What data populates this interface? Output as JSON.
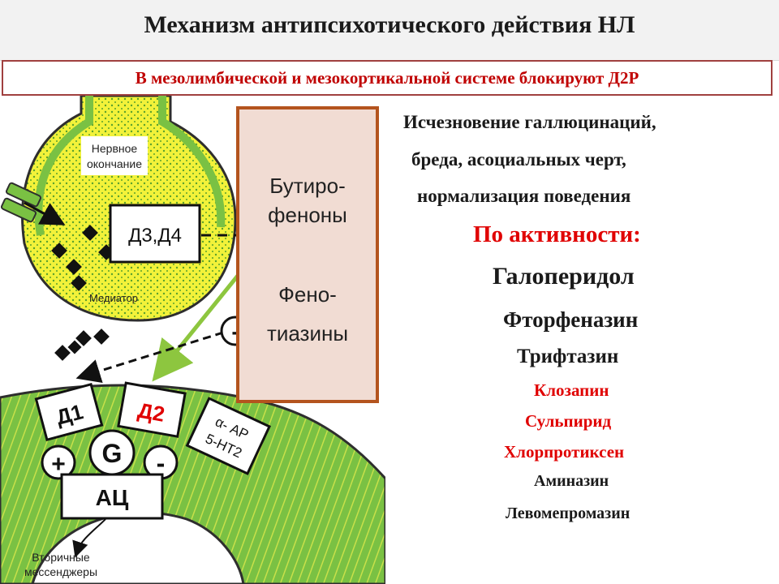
{
  "header": {
    "title": "Механизм антипсихотического действия НЛ",
    "subtitle": "В мезолимбической и мезокортикальной системе блокируют Д2Р"
  },
  "diagram": {
    "nerve_ending_label_1": "Нервное",
    "nerve_ending_label_2": "окончание",
    "mediator_label": "Медиатор",
    "d34_label": "Д3,Д4",
    "d1_label": "Д1",
    "d2_label": "Д2",
    "alpha_label_1": "α- АР",
    "alpha_label_2": "5-НТ2",
    "g_label": "G",
    "plus_label": "+",
    "minus_label": "-",
    "ac_label": "АЦ",
    "minus_marker": "-",
    "secondary_1": "Вторичные",
    "secondary_2": "мессенджеры",
    "colors": {
      "green_fill": "#7ac143",
      "yellow_fill": "#f2f23a",
      "drug_border": "#b4541e",
      "drug_fill": "#f1dcd3",
      "arrow_green": "#8dc63f"
    }
  },
  "drugs": {
    "butyro_1": "Бутиро-",
    "butyro_2": "феноны",
    "pheno_1": "Фено-",
    "pheno_2": "тиазины"
  },
  "effects": {
    "line1": "Исчезновение галлюцинаций,",
    "line2": "бреда, асоциальных черт,",
    "line3": "нормализация поведения"
  },
  "activity": {
    "heading": "По активности:",
    "items": [
      {
        "name": "Галоперидол",
        "color": "#1a1a1a"
      },
      {
        "name": "Фторфеназин",
        "color": "#1a1a1a"
      },
      {
        "name": "Трифтазин",
        "color": "#1a1a1a"
      },
      {
        "name": "Клозапин",
        "color": "#e00000"
      },
      {
        "name": "Сульпирид",
        "color": "#e00000"
      },
      {
        "name": "Хлорпротиксен",
        "color": "#e00000"
      },
      {
        "name": "Аминазин",
        "color": "#1a1a1a"
      },
      {
        "name": "Левомепромазин",
        "color": "#1a1a1a"
      }
    ]
  }
}
